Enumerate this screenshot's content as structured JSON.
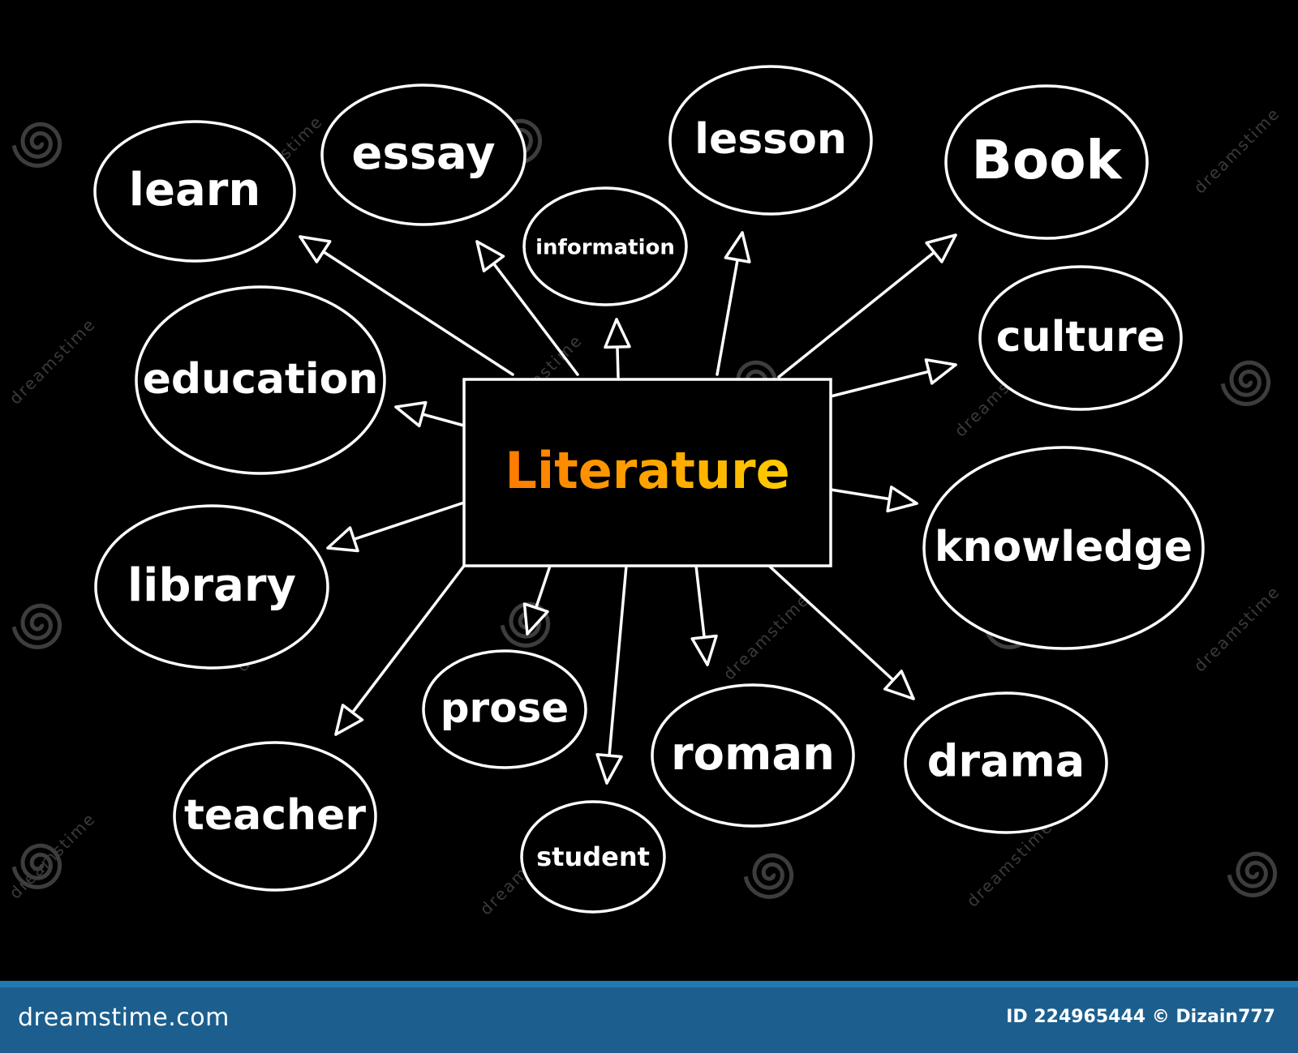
{
  "diagram": {
    "center": {
      "label": "Literature",
      "gradient": [
        "#ff7a00",
        "#ffcc00"
      ]
    },
    "nodes": [
      {
        "id": "learn",
        "label": "learn"
      },
      {
        "id": "essay",
        "label": "essay"
      },
      {
        "id": "information",
        "label": "information"
      },
      {
        "id": "lesson",
        "label": "lesson"
      },
      {
        "id": "book",
        "label": "Book"
      },
      {
        "id": "culture",
        "label": "culture"
      },
      {
        "id": "education",
        "label": "education"
      },
      {
        "id": "knowledge",
        "label": "knowledge"
      },
      {
        "id": "library",
        "label": "library"
      },
      {
        "id": "prose",
        "label": "prose"
      },
      {
        "id": "roman",
        "label": "roman"
      },
      {
        "id": "drama",
        "label": "drama"
      },
      {
        "id": "teacher",
        "label": "teacher"
      },
      {
        "id": "student",
        "label": "student"
      }
    ],
    "colors": {
      "background": "#000000",
      "stroke": "#ffffff",
      "text": "#ffffff"
    }
  },
  "watermark": {
    "text": "dreamstime",
    "icon": "spiral-icon"
  },
  "footer": {
    "brand": "dreamstime.com",
    "image_id": "ID 224965444 © Dizain777",
    "background": "#1c5f8e"
  }
}
